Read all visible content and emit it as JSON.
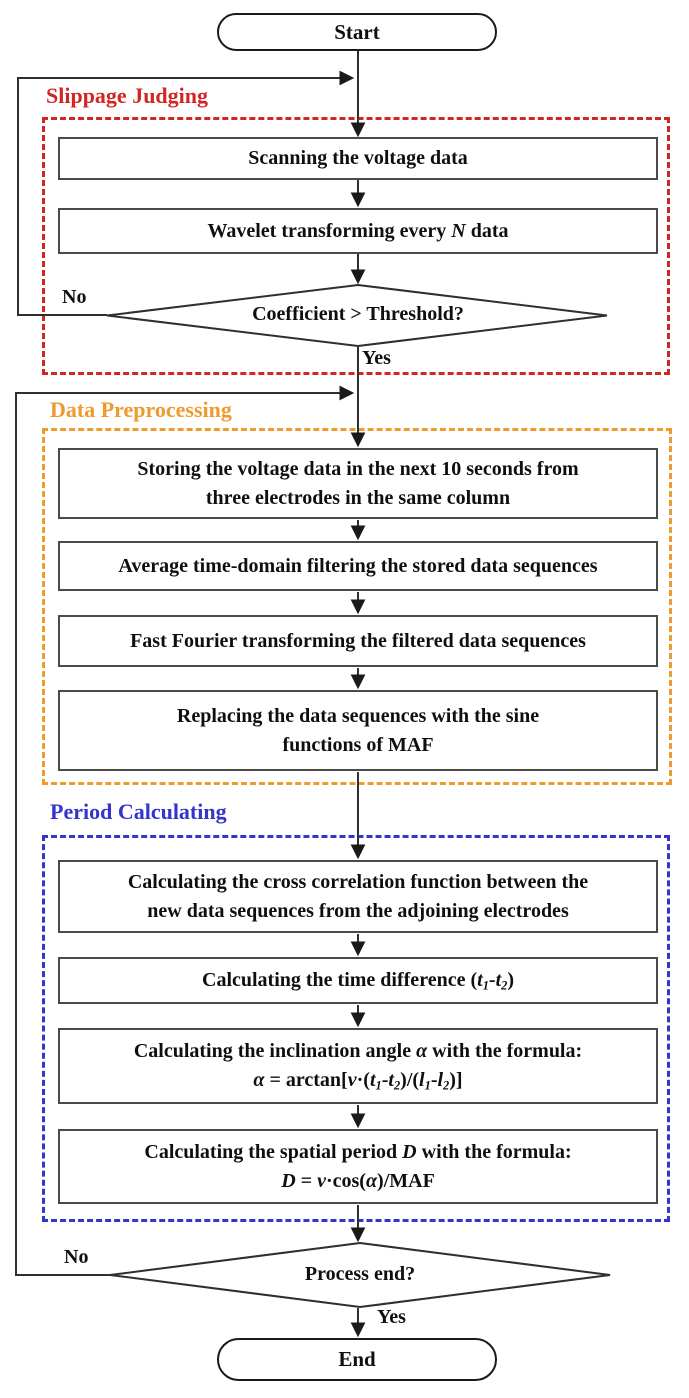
{
  "terminators": {
    "start": "Start",
    "end": "End"
  },
  "sections": {
    "slippage": {
      "label": "Slippage Judging"
    },
    "preprocessing": {
      "label": "Data Preprocessing"
    },
    "period": {
      "label": "Period Calculating"
    }
  },
  "decisions": {
    "threshold": {
      "question": "Coefficient > Threshold?",
      "no": "No",
      "yes": "Yes"
    },
    "process_end": {
      "question": "Process end?",
      "no": "No",
      "yes": "Yes"
    }
  },
  "boxes": {
    "scanning": {
      "lines": [
        [
          {
            "t": "Scanning the voltage data"
          }
        ]
      ]
    },
    "wavelet": {
      "lines": [
        [
          {
            "t": "Wavelet transforming every "
          },
          {
            "t": "N",
            "s": "i"
          },
          {
            "t": " data"
          }
        ]
      ]
    },
    "storing": {
      "lines": [
        [
          {
            "t": "Storing the voltage data in the next 10 seconds from"
          }
        ],
        [
          {
            "t": "three electrodes in the same column"
          }
        ]
      ]
    },
    "average": {
      "lines": [
        [
          {
            "t": "Average time-domain filtering the stored data sequences"
          }
        ]
      ]
    },
    "fft": {
      "lines": [
        [
          {
            "t": "Fast Fourier transforming the filtered data sequences"
          }
        ]
      ]
    },
    "replacing": {
      "lines": [
        [
          {
            "t": "Replacing the data sequences with the sine"
          }
        ],
        [
          {
            "t": "functions of MAF"
          }
        ]
      ]
    },
    "cross_correlation": {
      "lines": [
        [
          {
            "t": "Calculating the cross correlation function between the"
          }
        ],
        [
          {
            "t": "new data sequences from the adjoining electrodes"
          }
        ]
      ]
    },
    "time_difference": {
      "lines": [
        [
          {
            "t": "Calculating the time difference ("
          },
          {
            "t": "t",
            "s": "i"
          },
          {
            "t": "1",
            "s": "isub"
          },
          {
            "t": "-"
          },
          {
            "t": "t",
            "s": "i"
          },
          {
            "t": "2",
            "s": "isub"
          },
          {
            "t": ")"
          }
        ]
      ]
    },
    "inclination": {
      "lines": [
        [
          {
            "t": "Calculating the inclination angle "
          },
          {
            "t": "α",
            "s": "i"
          },
          {
            "t": " with the formula:"
          }
        ],
        [
          {
            "t": "α",
            "s": "i"
          },
          {
            "t": " = arctan["
          },
          {
            "t": "v",
            "s": "i"
          },
          {
            "t": "·("
          },
          {
            "t": "t",
            "s": "i"
          },
          {
            "t": "1",
            "s": "isub"
          },
          {
            "t": "-"
          },
          {
            "t": "t",
            "s": "i"
          },
          {
            "t": "2",
            "s": "isub"
          },
          {
            "t": ")/("
          },
          {
            "t": "l",
            "s": "i"
          },
          {
            "t": "1",
            "s": "isub"
          },
          {
            "t": "-"
          },
          {
            "t": "l",
            "s": "i"
          },
          {
            "t": "2",
            "s": "isub"
          },
          {
            "t": ")]"
          }
        ]
      ]
    },
    "spatial_period": {
      "lines": [
        [
          {
            "t": "Calculating the spatial period "
          },
          {
            "t": "D",
            "s": "i"
          },
          {
            "t": " with the formula:"
          }
        ],
        [
          {
            "t": "D",
            "s": "i"
          },
          {
            "t": " = "
          },
          {
            "t": "v",
            "s": "i"
          },
          {
            "t": "·cos("
          },
          {
            "t": "α",
            "s": "i"
          },
          {
            "t": ")/MAF"
          }
        ]
      ]
    }
  },
  "colors": {
    "slippage_red": "#d42525",
    "preprocessing_orange": "#ee9b2e",
    "period_blue": "#3434cf",
    "connector": "#2f2f2f",
    "box_border": "#4a4a4a",
    "text": "#0f0f0f",
    "background": "#ffffff"
  }
}
